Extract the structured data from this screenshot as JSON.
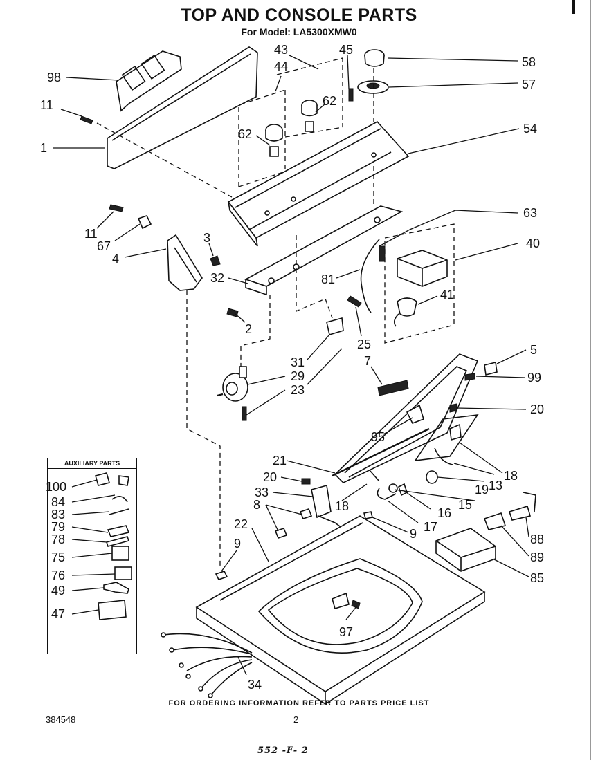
{
  "header": {
    "title": "TOP AND CONSOLE PARTS",
    "subtitle": "For Model: LA5300XMW0"
  },
  "auxiliary": {
    "title": "AUXILIARY PARTS",
    "items": [
      "100",
      "84",
      "83",
      "79",
      "78",
      "75",
      "76",
      "49",
      "47"
    ]
  },
  "callouts": [
    "98",
    "11",
    "1",
    "43",
    "44",
    "45",
    "62",
    "62",
    "58",
    "57",
    "54",
    "11",
    "67",
    "4",
    "3",
    "32",
    "2",
    "63",
    "40",
    "81",
    "41",
    "25",
    "31",
    "29",
    "23",
    "5",
    "7",
    "99",
    "20",
    "95",
    "21",
    "20",
    "33",
    "8",
    "18",
    "16",
    "17",
    "9",
    "13",
    "19",
    "15",
    "18",
    "22",
    "9",
    "88",
    "89",
    "85",
    "97",
    "34"
  ],
  "footer": {
    "note": "FOR ORDERING INFORMATION REFER TO PARTS PRICE LIST",
    "code": "384548",
    "page": "2",
    "handwritten": "552 -F- 2"
  }
}
